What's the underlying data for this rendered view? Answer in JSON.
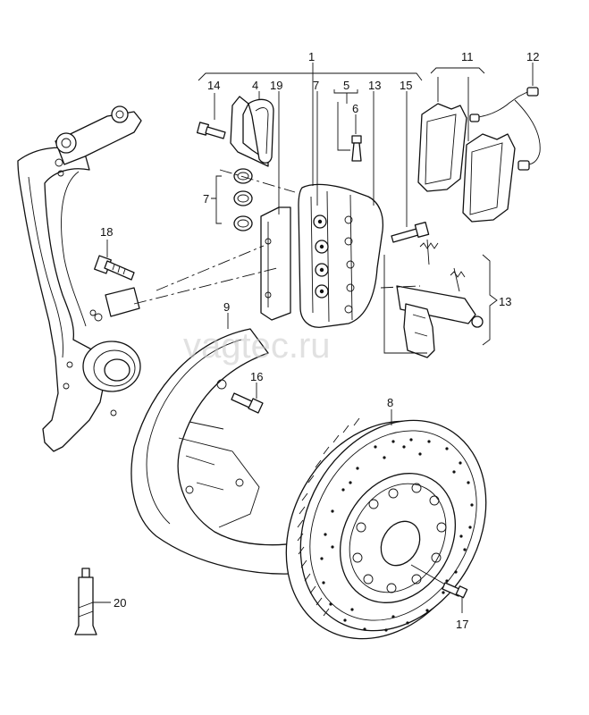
{
  "watermark": "vagtec.ru",
  "callouts": {
    "c1": "1",
    "c4": "4",
    "c5": "5",
    "c6": "6",
    "c7a": "7",
    "c7b": "7",
    "c8": "8",
    "c9": "9",
    "c11": "11",
    "c12": "12",
    "c13a": "13",
    "c13b": "13",
    "c14": "14",
    "c15": "15",
    "c16": "16",
    "c17": "17",
    "c18": "18",
    "c19": "19",
    "c20": "20"
  }
}
